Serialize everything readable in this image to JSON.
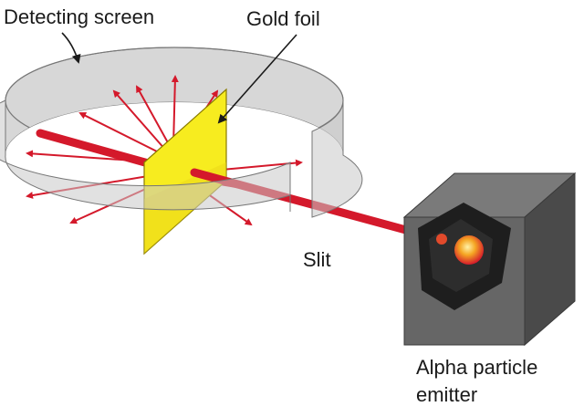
{
  "labels": {
    "detecting_screen": "Detecting screen",
    "gold_foil": "Gold foil",
    "slit": "Slit",
    "emitter_line1": "Alpha particle",
    "emitter_line2": "emitter"
  },
  "colors": {
    "beam": "#d4192b",
    "foil": "#f7ec1f",
    "screen": "#c9c9c9",
    "emitter_block": "#5e5e5e",
    "source": "#f5a623"
  }
}
